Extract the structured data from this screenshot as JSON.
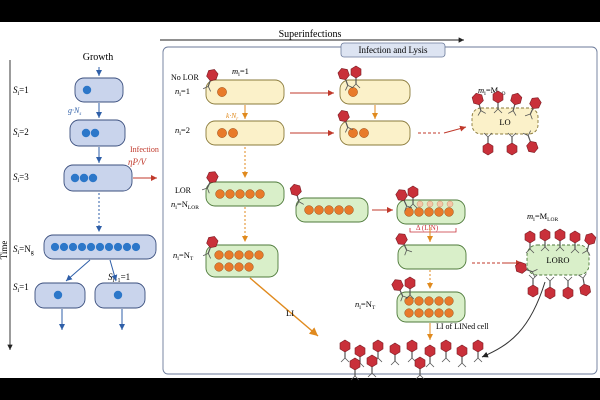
{
  "header": {
    "superinfections": "Superinfections"
  },
  "growth": {
    "title": "Growth",
    "time_label": "Time",
    "rate_label": "g·N",
    "rate_sub": "s",
    "infection_label": "Infection",
    "infection_rate": "ηP/V",
    "stages": [
      {
        "label": "S",
        "sub": "i",
        "eq": "=1"
      },
      {
        "label": "S",
        "sub": "i",
        "eq": "=2"
      },
      {
        "label": "S",
        "sub": "i",
        "eq": "=3"
      },
      {
        "label": "S",
        "sub": "i",
        "eq": "=N",
        "eqsub": "g"
      },
      {
        "label": "S",
        "sub": "i",
        "eq": "=1"
      }
    ],
    "daughter_label": {
      "label": "S",
      "sub": "i+1",
      "eq": "=1"
    }
  },
  "panel": {
    "title": "Infection and Lysis",
    "no_lor": "No LOR",
    "lor": "LOR",
    "rows": {
      "n1": {
        "label": "n",
        "sub": "i",
        "eq": "=1"
      },
      "n2": {
        "label": "n",
        "sub": "i",
        "eq": "=2"
      },
      "nLOR": {
        "label": "n",
        "sub": "i",
        "eq": "=N",
        "eqsub": "LOR"
      },
      "nT": {
        "label": "n",
        "sub": "i",
        "eq": "=N",
        "eqsub": "T"
      },
      "nT2": {
        "label": "n",
        "sub": "i",
        "eq": "=N",
        "eqsub": "T"
      }
    },
    "m1": {
      "label": "m",
      "sub": "i",
      "eq": "=1"
    },
    "mLO": {
      "label": "m",
      "sub": "i",
      "eq": "=M",
      "eqsub": "LO"
    },
    "mLOR": {
      "label": "m",
      "sub": "i",
      "eq": "=M",
      "eqsub": "LOR"
    },
    "kN": {
      "label": "k·N",
      "sub": "r"
    },
    "lo": "LO",
    "loro": "LORO",
    "li": "LI",
    "li_lined": "LI of LINed cell",
    "delta_lin": "Δ (LIN)"
  },
  "colors": {
    "phage_head": "#c9303a",
    "growth_cell": "#c9d4ec",
    "growth_dot": "#2c77c9",
    "nolor_cell": "#fbf1c9",
    "lor_cell": "#d9efc9",
    "phage_dot": "#e87a2a",
    "arrow_red": "#c0392b",
    "arrow_orange": "#e08a1e",
    "arrow_blue": "#2f5fa8"
  }
}
